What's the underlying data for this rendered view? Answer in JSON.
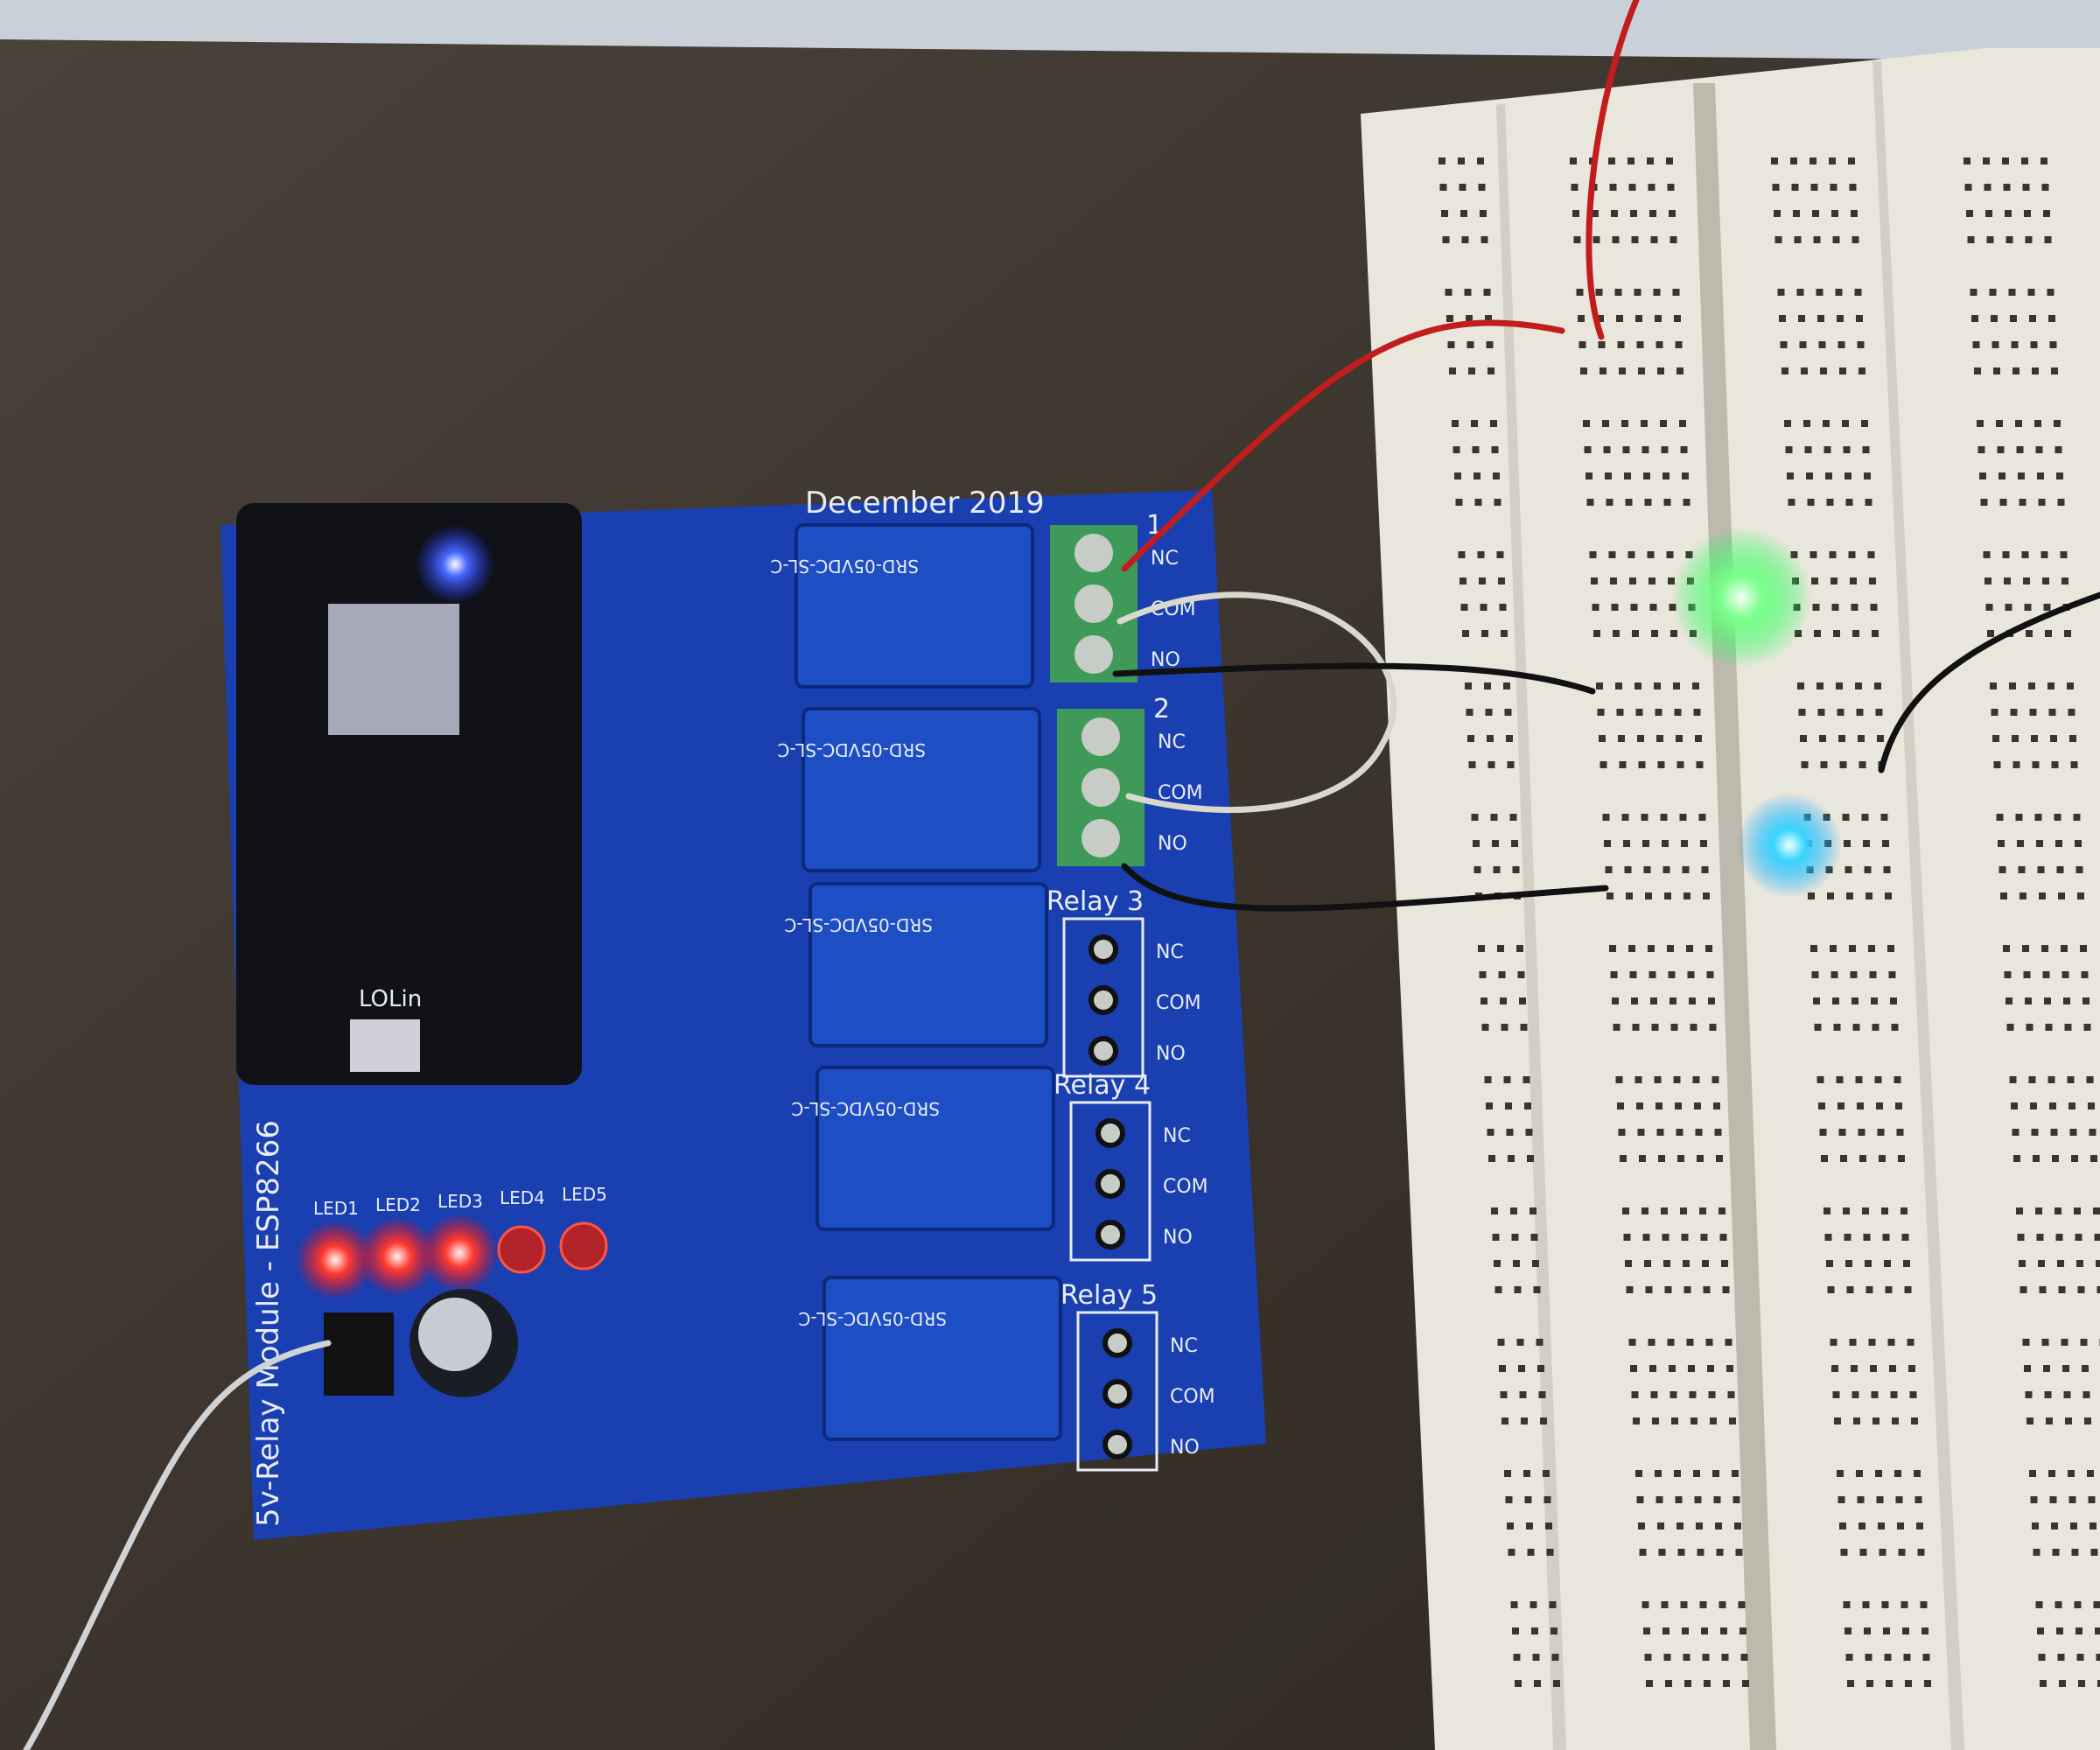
{
  "photo": {
    "pcb": {
      "date_label": "December 2019",
      "side_label": "5v-Relay Module - ESP8266",
      "module_label": "LOLin",
      "relay_part": "SRD-05VDC-SL-C",
      "relays": [
        {
          "label": "1",
          "contacts": [
            "NC",
            "COM",
            "NO"
          ],
          "terminal": "green-screw-terminal"
        },
        {
          "label": "2",
          "contacts": [
            "NC",
            "COM",
            "NO"
          ],
          "terminal": "green-screw-terminal"
        },
        {
          "label": "Relay 3",
          "contacts": [
            "NC",
            "COM",
            "NO"
          ],
          "terminal": "solder-pads"
        },
        {
          "label": "Relay 4",
          "contacts": [
            "NC",
            "COM",
            "NO"
          ],
          "terminal": "solder-pads"
        },
        {
          "label": "Relay 5",
          "contacts": [
            "NC",
            "COM",
            "NO"
          ],
          "terminal": "solder-pads"
        }
      ],
      "status_leds": [
        {
          "label": "LED1",
          "lit": true
        },
        {
          "label": "LED2",
          "lit": true
        },
        {
          "label": "LED3",
          "lit": true
        },
        {
          "label": "LED4",
          "lit": false
        },
        {
          "label": "LED5",
          "lit": false
        }
      ]
    },
    "breadboard_leds": [
      {
        "color": "#4dff7a",
        "lit": true
      },
      {
        "color": "#3ad0ff",
        "lit": true
      }
    ],
    "colors": {
      "pcb": "#1a3fb0",
      "breadboard": "#e9e6dc",
      "wood": "#3b342d",
      "wall": "#c9d0d8"
    }
  }
}
